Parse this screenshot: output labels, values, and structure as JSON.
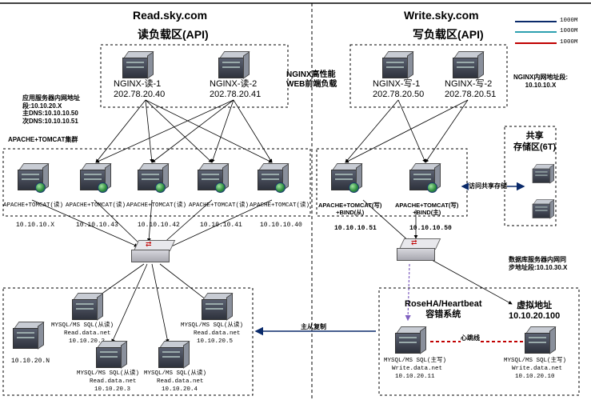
{
  "titles": {
    "read_site": "Read.sky.com",
    "read_zone": "读负载区(API)",
    "write_site": "Write.sky.com",
    "write_zone": "写负载区(API)"
  },
  "legend": {
    "items": [
      {
        "label": "1000M",
        "color": "#0a2a6a"
      },
      {
        "label": "1000M",
        "color": "#2ea0b0"
      },
      {
        "label": "1000M",
        "color": "#c00000"
      }
    ]
  },
  "nginx": {
    "label": "NGINX高性能\nWEB前端负载",
    "internal_segment": "NGINX内网地址段:\n10.10.10.X",
    "read": [
      {
        "name": "NGINX-读-1",
        "ip": "202.78.20.40"
      },
      {
        "name": "NGINX-读-2",
        "ip": "202.78.20.41"
      }
    ],
    "write": [
      {
        "name": "NGINX-写-1",
        "ip": "202.78.20.50"
      },
      {
        "name": "NGINX-写-2",
        "ip": "202.78.20.51"
      }
    ]
  },
  "app_note": "应用服务器内网地址\n段:10.10.20.X\n主DNS:10.10.10.50\n次DNS:10.10.10.51",
  "cluster_label": "APACHE+TOMCAT集群",
  "read_apps": [
    {
      "label": "APACHE+TOMCAT(读)",
      "ip": "10.10.10.X"
    },
    {
      "label": "APACHE+TOMCAT(读)",
      "ip": "10.10.10.43"
    },
    {
      "label": "APACHE+TOMCAT(读)",
      "ip": "10.10.10.42"
    },
    {
      "label": "APACHE+TOMCAT(读)",
      "ip": "10.10.10.41"
    },
    {
      "label": "APACHE+TOMCAT(读)",
      "ip": "10.10.10.40"
    }
  ],
  "write_apps": [
    {
      "label": "APACHE+TOMCAT(写)\n+BIND(从)",
      "ip": "10.10.10.51"
    },
    {
      "label": "APACHE+TOMCAT(写)\n+BIND(主)",
      "ip": "10.10.10.50"
    }
  ],
  "storage": {
    "title": "共享\n存储区(6T)",
    "access_label": "访问共享存储"
  },
  "db_note": "数据库服务器内网同\n步地址段:10.10.30.X",
  "replication_label": "主从复制",
  "read_dbs": [
    {
      "line1": "MYSQL/MS SQL(从读)",
      "line2": "Read.data.net",
      "ip": "10.10.20.2"
    },
    {
      "line1": "MYSQL/MS SQL(从读)",
      "line2": "Read.data.net",
      "ip": "10.10.20.3"
    },
    {
      "line1": "MYSQL/MS SQL(从读)",
      "line2": "Read.data.net",
      "ip": "10.10.20.4"
    },
    {
      "line1": "MYSQL/MS SQL(从读)",
      "line2": "Read.data.net",
      "ip": "10.10.20.5"
    }
  ],
  "read_db_extra_ip": "10.10.20.N",
  "ha": {
    "title": "RoseHA/Heartbeat\n容错系统",
    "heartbeat": "心跳线",
    "virtual_title": "虚拟地址\n10.10.20.100",
    "master": {
      "line1": "MYSQL/MS SQL(主写)",
      "line2": "Write.data.net",
      "ip": "10.10.20.11"
    },
    "backup": {
      "line1": "MYSQL/MS SQL(主写)",
      "line2": "Write.data.net",
      "ip": "10.10.20.10"
    }
  }
}
